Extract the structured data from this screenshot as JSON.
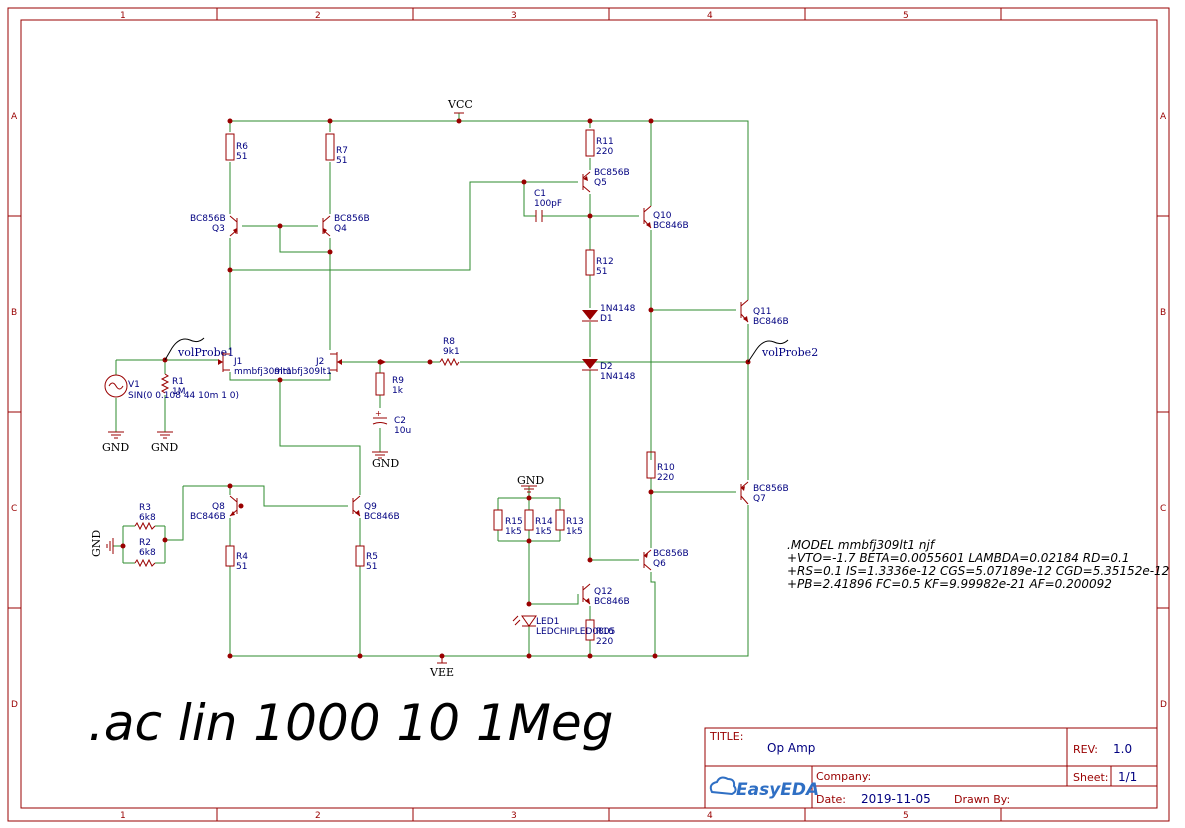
{
  "frame": {
    "columns": [
      "1",
      "2",
      "3",
      "4",
      "5"
    ],
    "rows": [
      "A",
      "B",
      "C",
      "D"
    ]
  },
  "nets": {
    "vcc": "VCC",
    "vee": "VEE",
    "gnd": "GND"
  },
  "components": {
    "R6": {
      "ref": "R6",
      "val": "51"
    },
    "R7": {
      "ref": "R7",
      "val": "51"
    },
    "R11": {
      "ref": "R11",
      "val": "220"
    },
    "Q5": {
      "ref": "Q5",
      "val": "BC856B"
    },
    "C1": {
      "ref": "C1",
      "val": "100pF"
    },
    "Q10": {
      "ref": "Q10",
      "val": "BC846B"
    },
    "Q3": {
      "ref": "Q3",
      "val": "BC856B"
    },
    "Q4": {
      "ref": "Q4",
      "val": "BC856B"
    },
    "R12": {
      "ref": "R12",
      "val": "51"
    },
    "D1": {
      "ref": "D1",
      "val": "1N4148"
    },
    "Q11": {
      "ref": "Q11",
      "val": "BC846B"
    },
    "J1": {
      "ref": "J1",
      "val": "mmbfj309lt1"
    },
    "J2": {
      "ref": "J2",
      "val": "mmbfj309lt1"
    },
    "R8": {
      "ref": "R8",
      "val": "9k1"
    },
    "D2": {
      "ref": "D2",
      "val": "1N4148"
    },
    "V1": {
      "ref": "V1",
      "val": "SIN(0 0.108 44 10m 1 0)"
    },
    "R1": {
      "ref": "R1",
      "val": "1M"
    },
    "R9": {
      "ref": "R9",
      "val": "1k"
    },
    "C2": {
      "ref": "C2",
      "val": "10u"
    },
    "R10": {
      "ref": "R10",
      "val": "220"
    },
    "Q7": {
      "ref": "Q7",
      "val": "BC856B"
    },
    "R3": {
      "ref": "R3",
      "val": "6k8"
    },
    "R2": {
      "ref": "R2",
      "val": "6k8"
    },
    "Q8": {
      "ref": "Q8",
      "val": "BC846B"
    },
    "Q9": {
      "ref": "Q9",
      "val": "BC846B"
    },
    "R15": {
      "ref": "R15",
      "val": "1k5"
    },
    "R14": {
      "ref": "R14",
      "val": "1k5"
    },
    "R13": {
      "ref": "R13",
      "val": "1k5"
    },
    "R4": {
      "ref": "R4",
      "val": "51"
    },
    "R5": {
      "ref": "R5",
      "val": "51"
    },
    "Q6": {
      "ref": "Q6",
      "val": "BC856B"
    },
    "Q12": {
      "ref": "Q12",
      "val": "BC846B"
    },
    "LED1": {
      "ref": "LED1",
      "val": "LEDCHIPLED0805"
    },
    "R16": {
      "ref": "R16",
      "val": "220"
    }
  },
  "probes": {
    "p1": "volProbe1",
    "p2": "volProbe2"
  },
  "spice_model": [
    ".MODEL mmbfj309lt1 njf",
    "+VTO=-1.7 BETA=0.0055601 LAMBDA=0.02184 RD=0.1",
    "+RS=0.1 IS=1.3336e-12 CGS=5.07189e-12 CGD=5.35152e-12",
    "+PB=2.41896 FC=0.5 KF=9.99982e-21 AF=0.200092"
  ],
  "analysis_directive": ".ac lin 1000 10 1Meg",
  "title_block": {
    "title_label": "TITLE:",
    "title": "Op Amp",
    "rev_label": "REV:",
    "rev": "1.0",
    "company_label": "Company:",
    "sheet_label": "Sheet:",
    "sheet": "1/1",
    "date_label": "Date:",
    "date": "2019-11-05",
    "drawn_label": "Drawn By:",
    "logo_text": "EasyEDA"
  }
}
